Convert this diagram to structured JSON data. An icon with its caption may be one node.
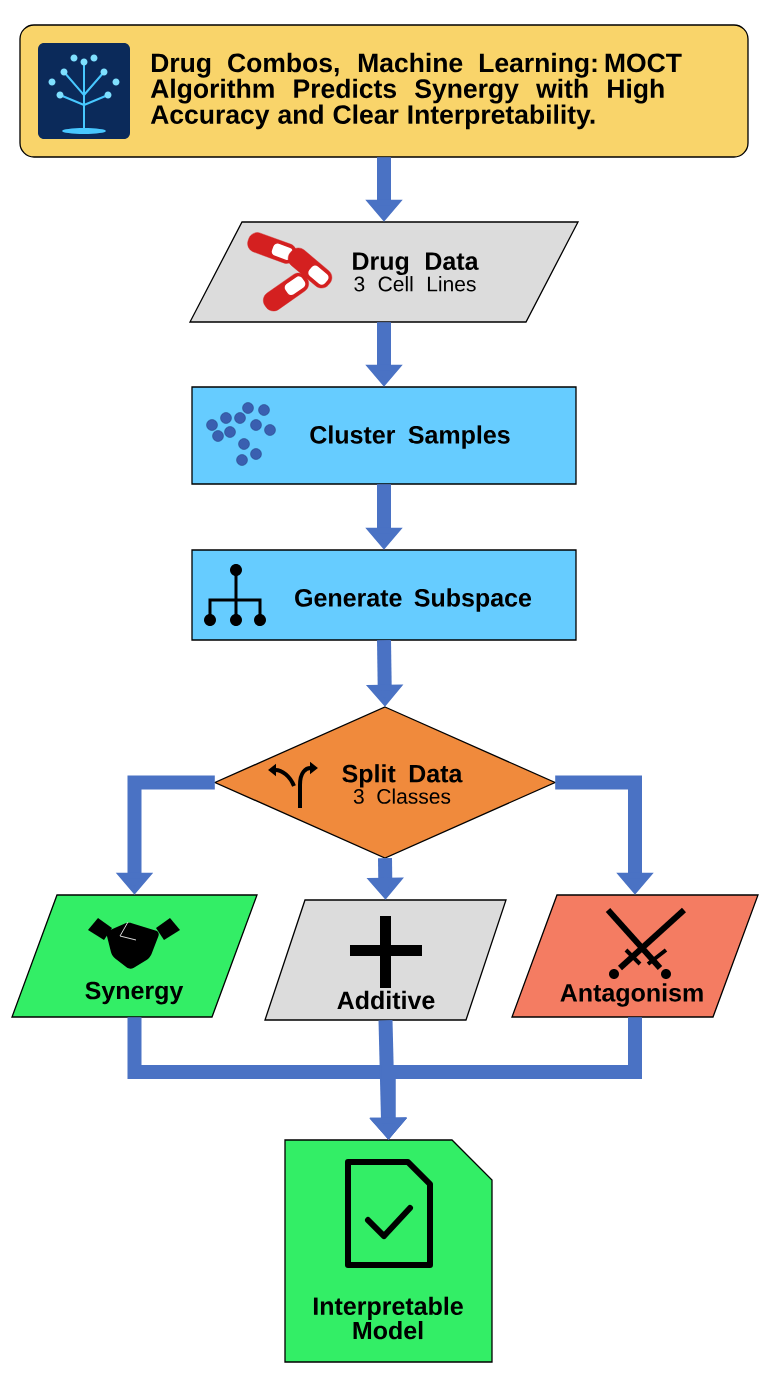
{
  "diagram": {
    "nodes": [
      {
        "text": [
          "Drug Combos, Machine Learning: MOCT Algorithm Predicts Synergy with High Accuracy and Clear Interpretability."
        ]
      },
      {
        "text": [
          "Drug Data",
          "3 Cell Lines"
        ]
      },
      {
        "text": [
          "Cluster Samples"
        ]
      },
      {
        "text": [
          "Generate Subspace"
        ]
      },
      {
        "text": [
          "Split Data",
          "3 Classes"
        ]
      },
      {
        "text": [
          "Synergy"
        ]
      },
      {
        "text": [
          "Additive"
        ]
      },
      {
        "text": [
          "Antagonism"
        ]
      },
      {
        "text": [
          "Interpretable Model"
        ]
      }
    ],
    "edges": [
      {
        "from": 0,
        "to": 1,
        "arrow": "to"
      },
      {
        "from": 1,
        "to": 2,
        "arrow": "to"
      },
      {
        "from": 2,
        "to": 3,
        "arrow": "to"
      },
      {
        "from": 3,
        "to": 4,
        "arrow": "to"
      },
      {
        "from": 4,
        "to": 5,
        "arrow": "to"
      },
      {
        "from": 4,
        "to": 6,
        "arrow": "to"
      },
      {
        "from": 4,
        "to": 7,
        "arrow": "to"
      },
      {
        "from": 5,
        "to": 8,
        "arrow": "to"
      },
      {
        "from": 6,
        "to": 8,
        "arrow": "to"
      },
      {
        "from": 7,
        "to": 8,
        "arrow": "to"
      }
    ]
  }
}
